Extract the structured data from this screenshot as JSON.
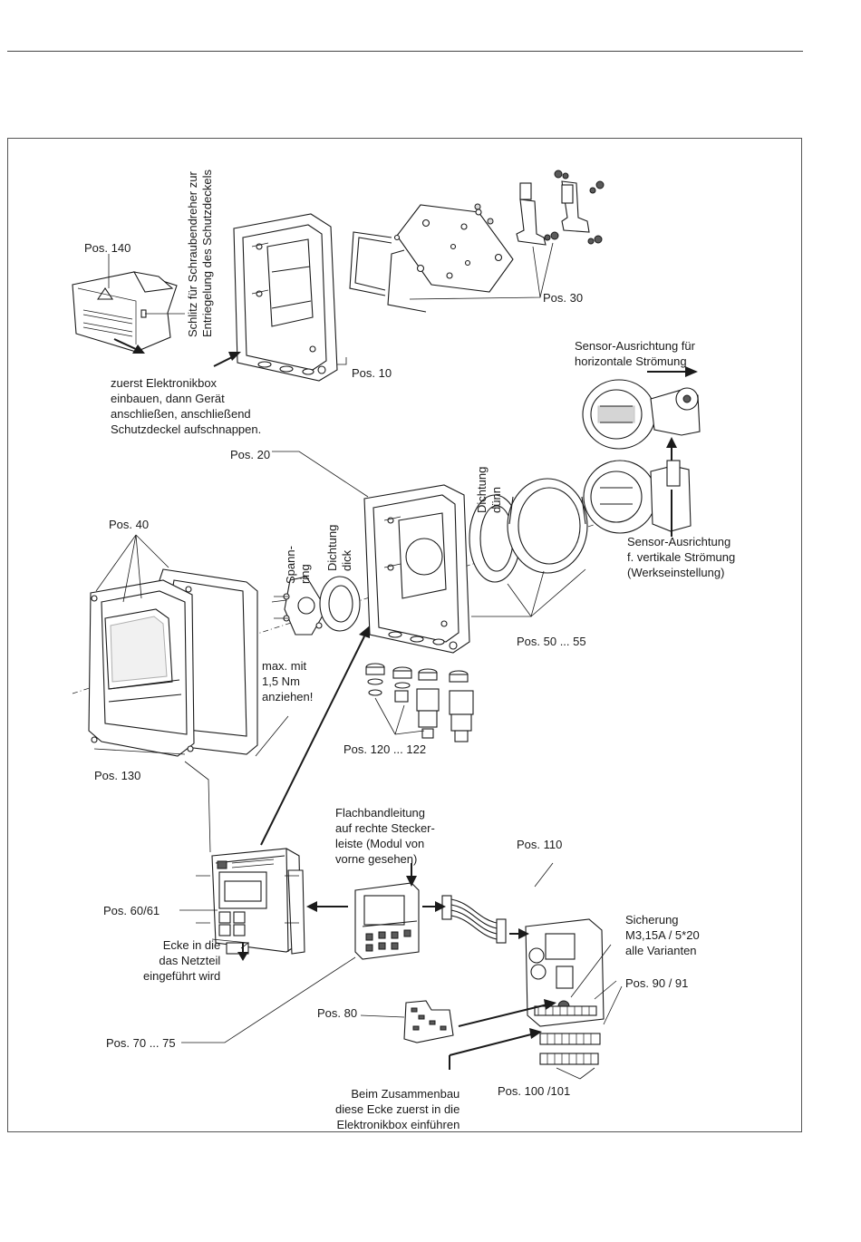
{
  "labels": {
    "pos140": "Pos. 140",
    "schlitz": "Schlitz für Schraubendreher zur\nEntriegelung des Schutzdeckels",
    "pos30": "Pos. 30",
    "pos10": "Pos. 10",
    "zuerst": "zuerst Elektronikbox\neinbauen, dann Gerät\nanschließen, anschließend\nSchutzdeckel aufschnappen.",
    "sensor_h": "Sensor-Ausrichtung für\nhorizontale Strömung",
    "pos20": "Pos. 20",
    "dichtung_duenn": "Dichtung\ndünn",
    "pos40": "Pos. 40",
    "spannring": "Spann-\nring",
    "dichtung_dick": "Dichtung\ndick",
    "sensor_v": "Sensor-Ausrichtung\nf. vertikale Strömung\n(Werkseinstellung)",
    "pos50": "Pos. 50 ... 55",
    "max_nm": "max. mit\n1,5 Nm\nanziehen!",
    "pos120": "Pos. 120 ... 122",
    "pos130": "Pos. 130",
    "flachband": "Flachbandleitung\nauf rechte Stecker-\nleiste (Modul von\nvorne gesehen)",
    "pos110": "Pos. 110",
    "pos6061": "Pos. 60/61",
    "sicherung": "Sicherung\nM3,15A / 5*20\nalle Varianten",
    "ecke": "Ecke in die\ndas Netzteil\neingeführt wird",
    "pos9091": "Pos. 90 / 91",
    "pos80": "Pos. 80",
    "pos7075": "Pos. 70 ... 75",
    "beim": "Beim Zusammenbau\ndiese Ecke zuerst in die\nElektronikbox einführen",
    "pos100": "Pos. 100 /101"
  }
}
